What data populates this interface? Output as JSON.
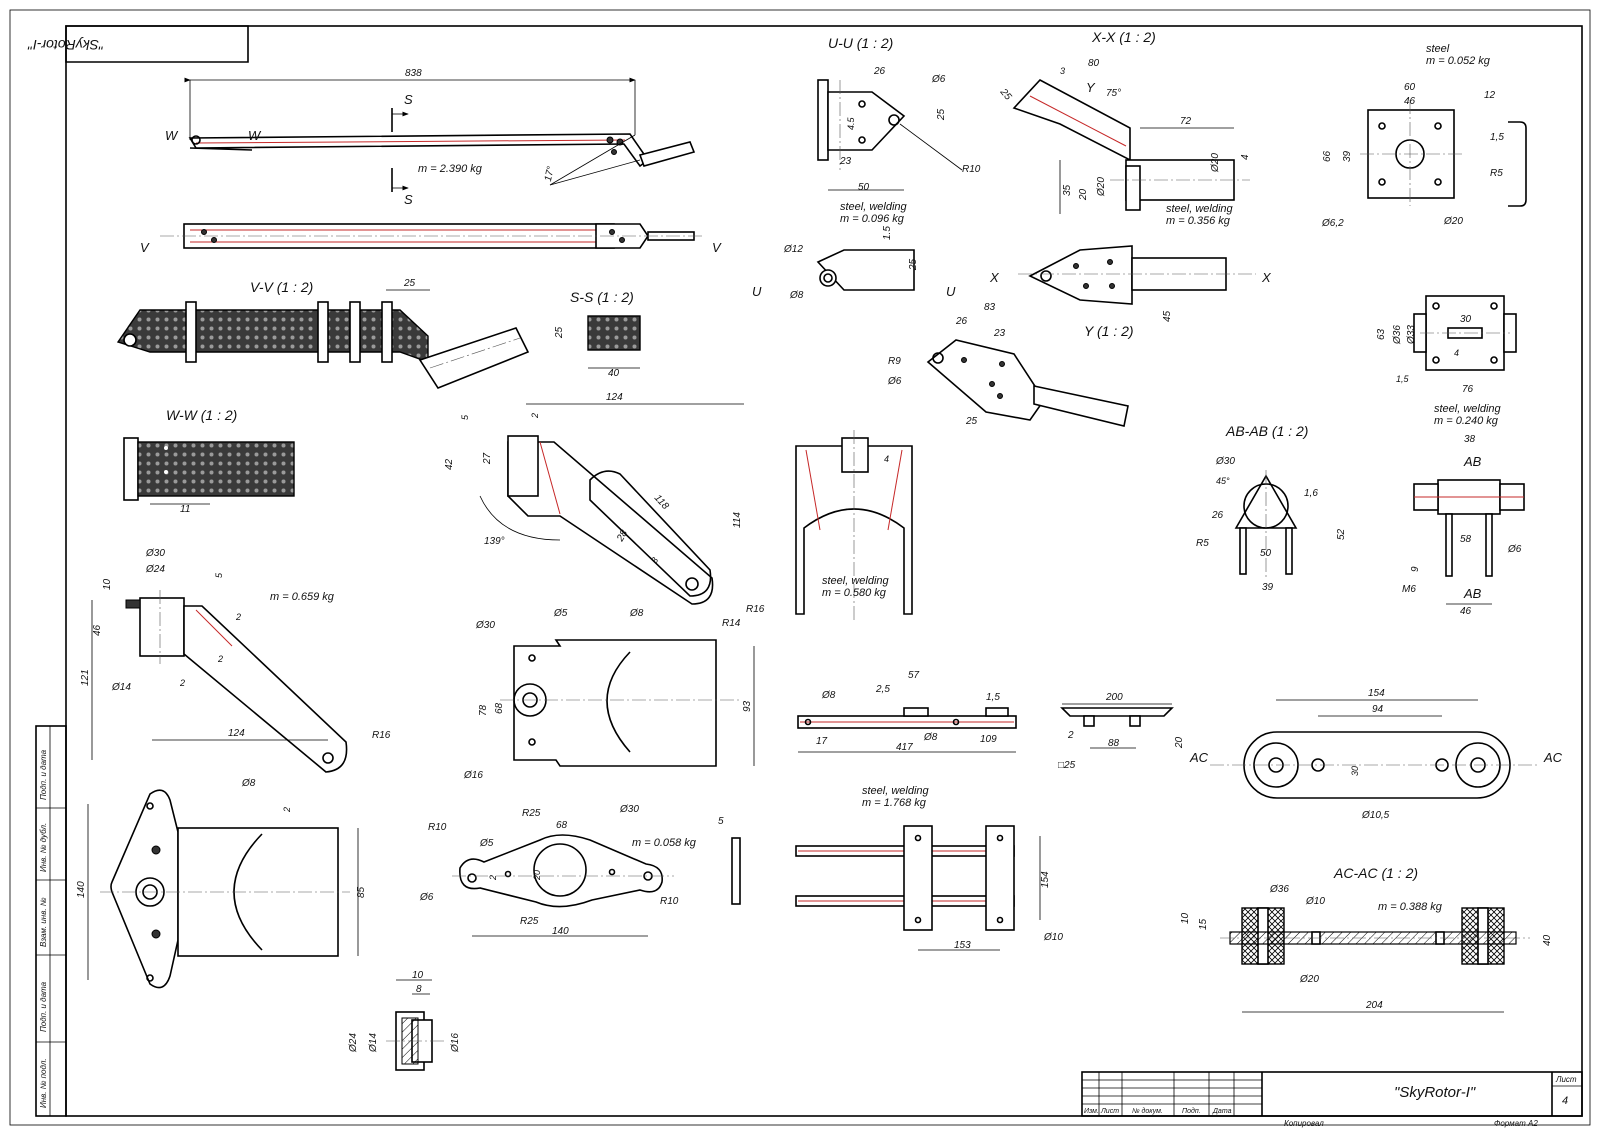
{
  "drawing": {
    "title": "\"SkyRotor-I\"",
    "title_mirrored": "\"SkyRotor-I\"",
    "sheet_label": "Лист",
    "sheet_no": "4",
    "copied": "Копировал",
    "format": "Формат А2",
    "tb_cols": [
      "Изм.",
      "Лист",
      "№ докум.",
      "Подп.",
      "Дата"
    ],
    "side_cells": [
      "Инв. № подл.",
      "Подп. и дата",
      "Взам. инв. №",
      "Инв. № дубл.",
      "Подп. и дата"
    ]
  },
  "views": {
    "arm": {
      "dim_len": "838",
      "mass": "m = 2.390 kg",
      "angle": "17°",
      "sec_s": "S",
      "sec_w": "W",
      "sec_v": "V"
    },
    "vv": {
      "title": "V-V (1 : 2)",
      "dim": "25"
    },
    "ss": {
      "title": "S-S (1 : 2)",
      "h": "25",
      "w": "40"
    },
    "ww": {
      "title": "W-W (1 : 2)",
      "dim": "11"
    },
    "uu": {
      "title": "U-U (1 : 2)",
      "d1": "26",
      "d2": "Ø6",
      "d3": "25",
      "d4": "4.5",
      "d5": "23",
      "d6": "50",
      "d7": "R10",
      "note1": "steel, welding",
      "note2": "m = 0.096 kg"
    },
    "uclip": {
      "d1": "Ø12",
      "d2": "Ø8",
      "d3": "1.5",
      "d4": "25",
      "lbl": "U"
    },
    "xx": {
      "title": "X-X (1 : 2)",
      "d1": "80",
      "d2": "25",
      "d3": "3",
      "d4": "75°",
      "d5": "Y",
      "d6": "72",
      "d7": "Ø20",
      "d8": "4",
      "d9": "35",
      "d10": "20",
      "d11": "Ø20",
      "note1": "steel, welding",
      "note2": "m = 0.356 kg",
      "lbl": "X"
    },
    "yy": {
      "title": "Y (1 : 2)",
      "d1": "83",
      "d2": "26",
      "d3": "23",
      "d4": "R9",
      "d5": "Ø6",
      "d6": "25",
      "d7": "45"
    },
    "plate": {
      "note1": "steel",
      "note2": "m = 0.052 kg",
      "d1": "60",
      "d2": "46",
      "d3": "66",
      "d4": "39",
      "d5": "Ø6,2",
      "d6": "Ø20",
      "d7": "12",
      "d8": "1,5",
      "d9": "R5"
    },
    "block": {
      "d1": "63",
      "d2": "Ø36",
      "d3": "Ø33",
      "d4": "30",
      "d5": "4",
      "d6": "1,5",
      "d7": "76"
    },
    "abv": {
      "note1": "steel, welding",
      "note2": "m = 0.240 kg",
      "d1": "38",
      "lbl": "AB",
      "d2": "58",
      "d3": "Ø6",
      "d4": "9",
      "d5": "M6",
      "d6": "46"
    },
    "abab": {
      "title": "AB-AB (1 : 2)",
      "d1": "Ø30",
      "d2": "45°",
      "d3": "26",
      "d4": "1,6",
      "d5": "R5",
      "d6": "50",
      "d7": "52",
      "d8": "39"
    },
    "bracket": {
      "d1": "124",
      "d2": "5",
      "d3": "2",
      "d4": "42",
      "d5": "27",
      "d6": "118",
      "d7": "114",
      "d8": "28",
      "d9": "3",
      "d10": "139°",
      "d11": "Ø8",
      "d12": "R14",
      "d13": "R16"
    },
    "arch": {
      "d1": "4",
      "note1": "steel, welding",
      "note2": "m = 0.580 kg"
    },
    "crank": {
      "d1": "Ø30",
      "d2": "Ø24",
      "d3": "10",
      "d4": "5",
      "d5": "46",
      "d6": "121",
      "d7": "Ø14",
      "d8": "124",
      "d9": "R16",
      "d10": "Ø8",
      "d11": "2",
      "d12": "2",
      "d13": "2",
      "mass": "m = 0.659 kg"
    },
    "fork": {
      "d1": "Ø30",
      "d2": "Ø5",
      "d3": "78",
      "d4": "68",
      "d5": "Ø16",
      "d6": "93"
    },
    "yoke": {
      "d1": "140",
      "d2": "85",
      "d3": "2"
    },
    "link": {
      "d1": "R10",
      "d2": "Ø5",
      "d3": "R25",
      "d4": "68",
      "d5": "Ø30",
      "d6": "20",
      "d7": "2",
      "d8": "Ø6",
      "d9": "R25",
      "d10": "140",
      "d11": "R10",
      "mass": "m = 0.058 kg",
      "d12": "5"
    },
    "bush": {
      "d1": "10",
      "d2": "8",
      "d3": "Ø24",
      "d4": "Ø14",
      "d5": "Ø16"
    },
    "rod": {
      "d1": "Ø8",
      "d2": "2,5",
      "d3": "57",
      "d4": "1,5",
      "d5": "17",
      "d6": "Ø8",
      "d7": "417",
      "d8": "109"
    },
    "tube": {
      "d1": "200",
      "d2": "2",
      "d3": "88",
      "d4": "□25",
      "d5": "20"
    },
    "rack": {
      "note1": "steel, welding",
      "note2": "m = 1.768 kg",
      "d1": "154",
      "d2": "Ø10",
      "d3": "153"
    },
    "beam": {
      "d1": "154",
      "d2": "94",
      "d3": "30",
      "d4": "Ø10,5",
      "lbl": "AC"
    },
    "acac": {
      "title": "AC-AC (1 : 2)",
      "d1": "Ø36",
      "d2": "Ø10",
      "mass": "m = 0.388 kg",
      "d3": "10",
      "d4": "15",
      "d5": "40",
      "d6": "Ø20",
      "d7": "204"
    }
  }
}
